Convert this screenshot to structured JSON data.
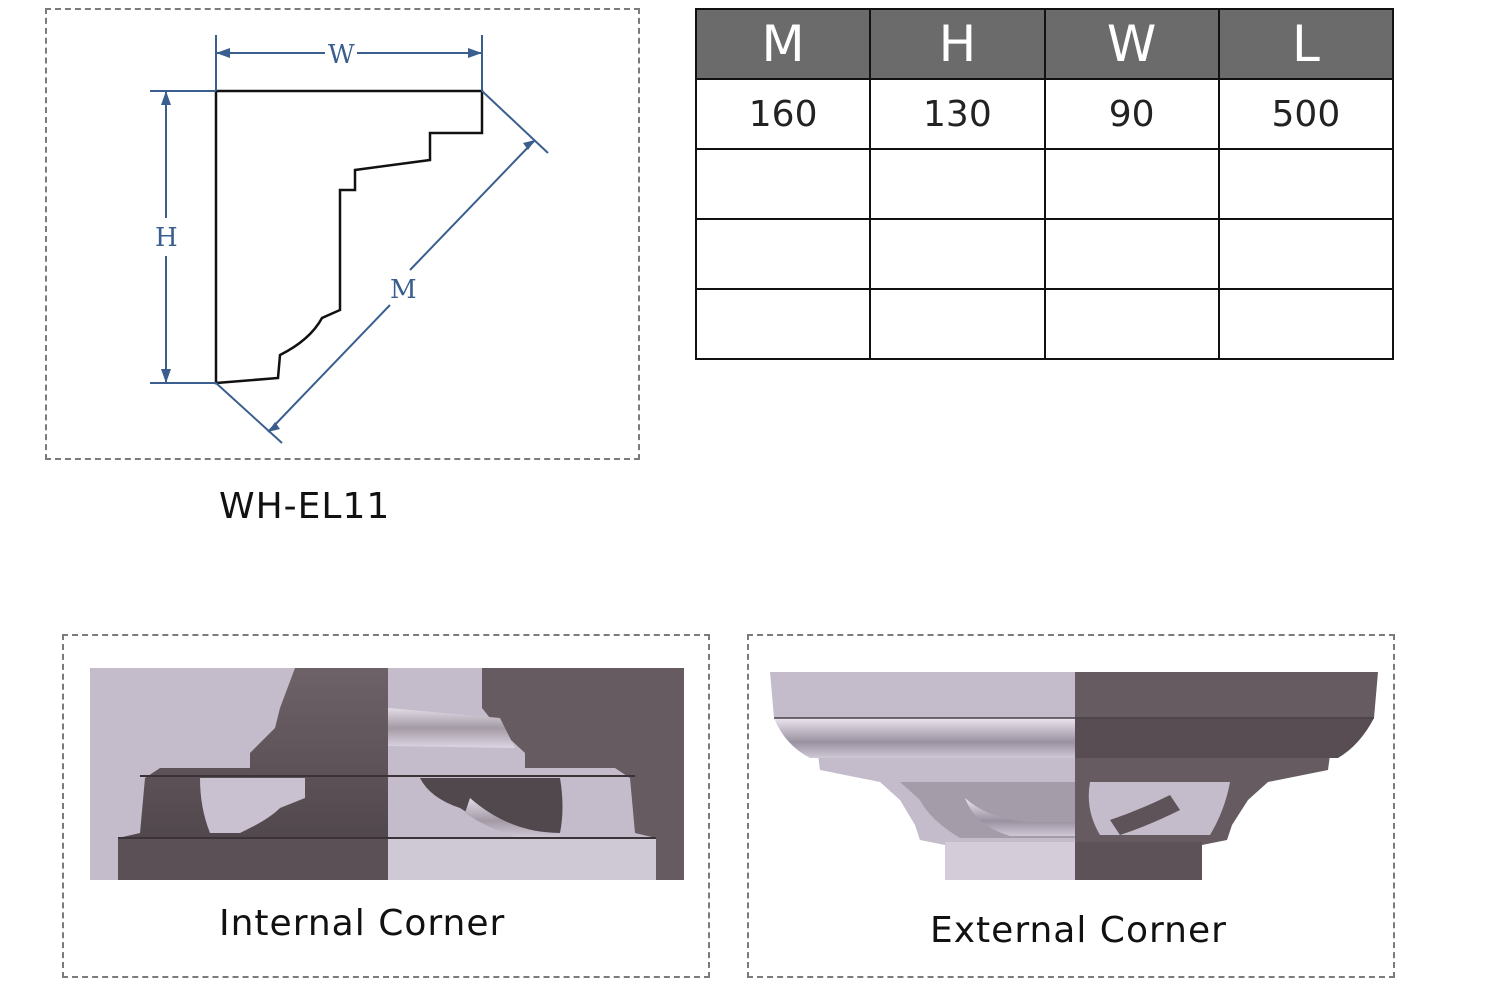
{
  "model": "WH-EL11",
  "dimension_labels": {
    "w": "W",
    "h": "H",
    "m": "M"
  },
  "table": {
    "headers": [
      "M",
      "H",
      "W",
      "L"
    ],
    "rows": [
      [
        "160",
        "130",
        "90",
        "500"
      ],
      [
        "",
        "",
        "",
        ""
      ],
      [
        "",
        "",
        "",
        ""
      ],
      [
        "",
        "",
        "",
        ""
      ]
    ]
  },
  "views": {
    "internal_caption": "Internal Corner",
    "external_caption": "External Corner"
  },
  "colors": {
    "dimension_line": "#3a5f8f",
    "header_fill": "#6b6b6b",
    "light_face": "#c4bccb",
    "dark_face": "#655b61"
  }
}
